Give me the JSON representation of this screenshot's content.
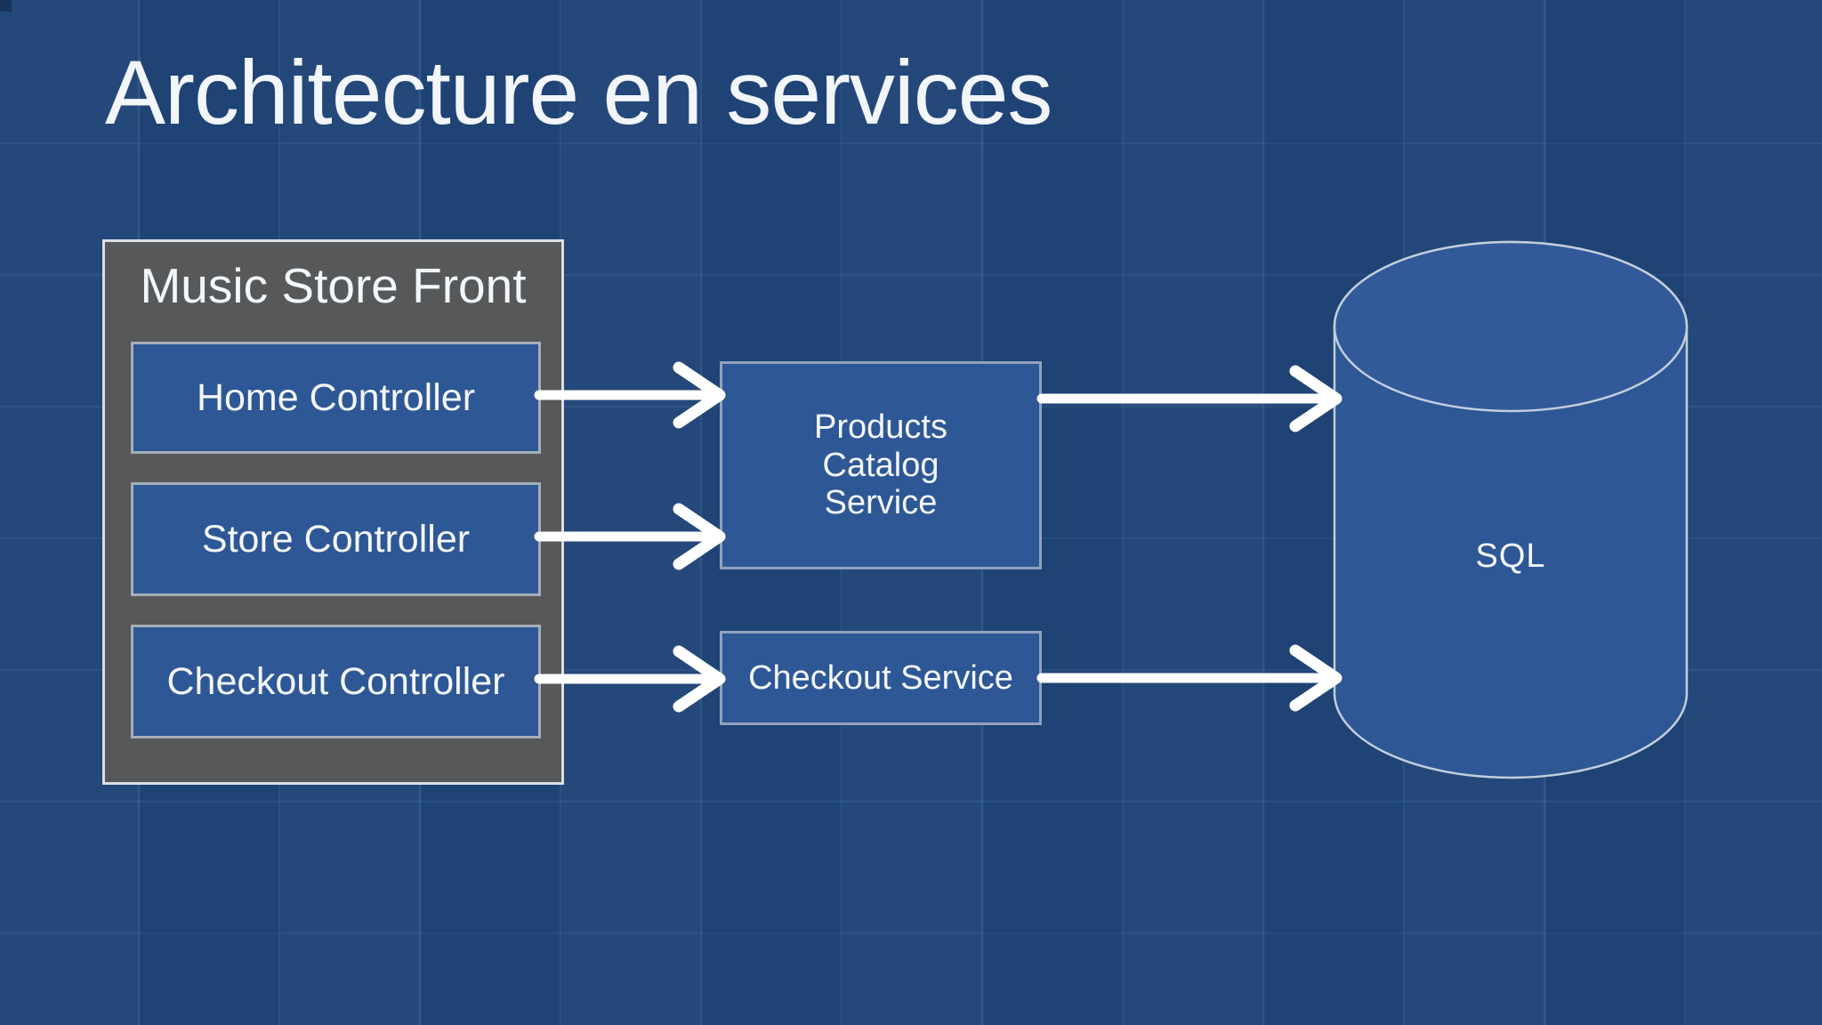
{
  "slide": {
    "title": "Architecture en services",
    "background_color": "#1F4476",
    "colors": {
      "shape_blue": "#2E5795",
      "panel_gray": "#565859",
      "panel_border": "#DADFE7",
      "arrow_white": "#FFFFFF",
      "text_white": "#F4F7FA"
    }
  },
  "diagram": {
    "front_group": {
      "title": "Music Store Front",
      "controllers": [
        {
          "label": "Home Controller"
        },
        {
          "label": "Store Controller"
        },
        {
          "label": "Checkout Controller"
        }
      ]
    },
    "services": {
      "products_catalog": {
        "label": "Products\nCatalog\nService"
      },
      "checkout": {
        "label": "Checkout Service"
      }
    },
    "database": {
      "label": "SQL",
      "shape": "cylinder"
    },
    "connections": [
      {
        "from": "Home Controller",
        "to": "Products Catalog Service"
      },
      {
        "from": "Store Controller",
        "to": "Products Catalog Service"
      },
      {
        "from": "Checkout Controller",
        "to": "Checkout Service"
      },
      {
        "from": "Products Catalog Service",
        "to": "SQL"
      },
      {
        "from": "Checkout Service",
        "to": "SQL"
      }
    ]
  }
}
